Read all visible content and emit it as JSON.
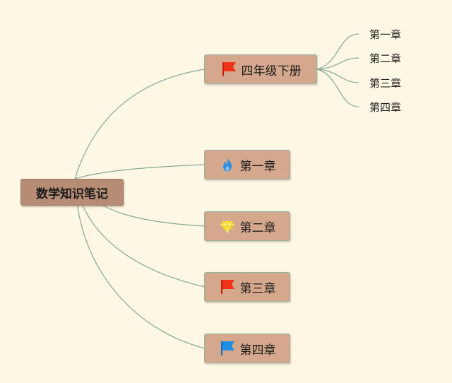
{
  "root": {
    "label": "数学知识笔记"
  },
  "branches": [
    {
      "label": "四年级下册",
      "icon": "red-flag-icon",
      "icon_color": "#f03218",
      "children": [
        "第一章",
        "第二章",
        "第三章",
        "第四章"
      ]
    },
    {
      "label": "第一章",
      "icon": "fire-icon",
      "icon_color": "#2f8ee0"
    },
    {
      "label": "第二章",
      "icon": "diamond-icon",
      "icon_color": "#f2d21a"
    },
    {
      "label": "第三章",
      "icon": "red-flag-icon",
      "icon_color": "#f03218"
    },
    {
      "label": "第四章",
      "icon": "blue-flag-icon",
      "icon_color": "#1f8fe6"
    }
  ],
  "colors": {
    "background": "#fdf7e3",
    "root_fill": "#b68d74",
    "branch_fill": "#d5a88d",
    "connector": "#86a898"
  }
}
